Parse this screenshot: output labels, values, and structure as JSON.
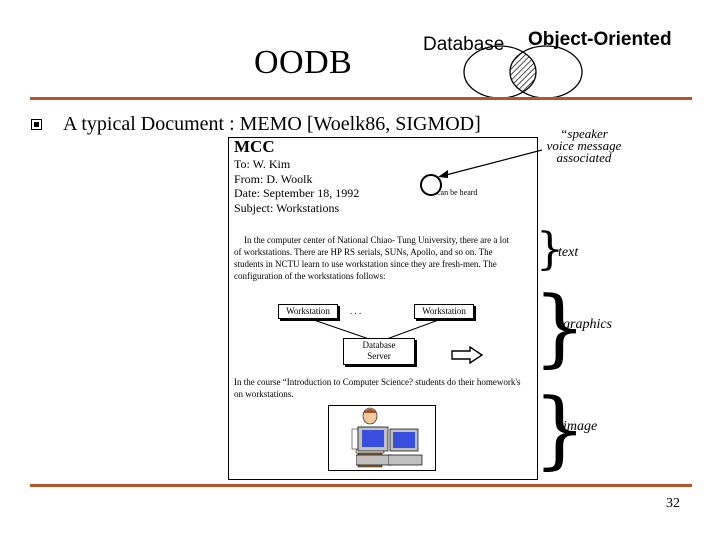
{
  "slide": {
    "title": "OODB",
    "venn_left_label": "Database",
    "venn_right_label": "Object-Oriented",
    "heading": "A typical Document : MEMO [Woelk86, SIGMOD]",
    "page_number": "32",
    "rule_color": "#b5562a"
  },
  "memo": {
    "title": "MCC",
    "lines": [
      "To: W. Kim",
      "From: D. Woolk",
      "Date: September 18, 1992",
      "Subject: Workstations"
    ],
    "speaker_label": "can be heard",
    "paragraph": "In the computer center of National Chiao- Tung University, there are a lot of workstations. There are HP RS serials, SUNs, Apollo, and so on. The students in NCTU learn to use workstation since they are fresh-men. The configuration of the workstations follows:",
    "workstation_left": "Workstation",
    "workstation_right": "Workstation",
    "ellipsis": ". . .",
    "db_server_line1": "Database",
    "db_server_line2": "Server",
    "course_text": "In the course “Introduction to Computer Science? students do their homework's on workstations."
  },
  "annotations": {
    "speaker_line1": "“speaker",
    "speaker_line2": "voice message",
    "speaker_line3": "associated",
    "text": "text",
    "graphics": "graphics",
    "image": "image"
  },
  "icons": [
    "speaker-icon",
    "arrow-right-icon",
    "person-icon",
    "computer-icon",
    "venn-diagram-icon"
  ]
}
